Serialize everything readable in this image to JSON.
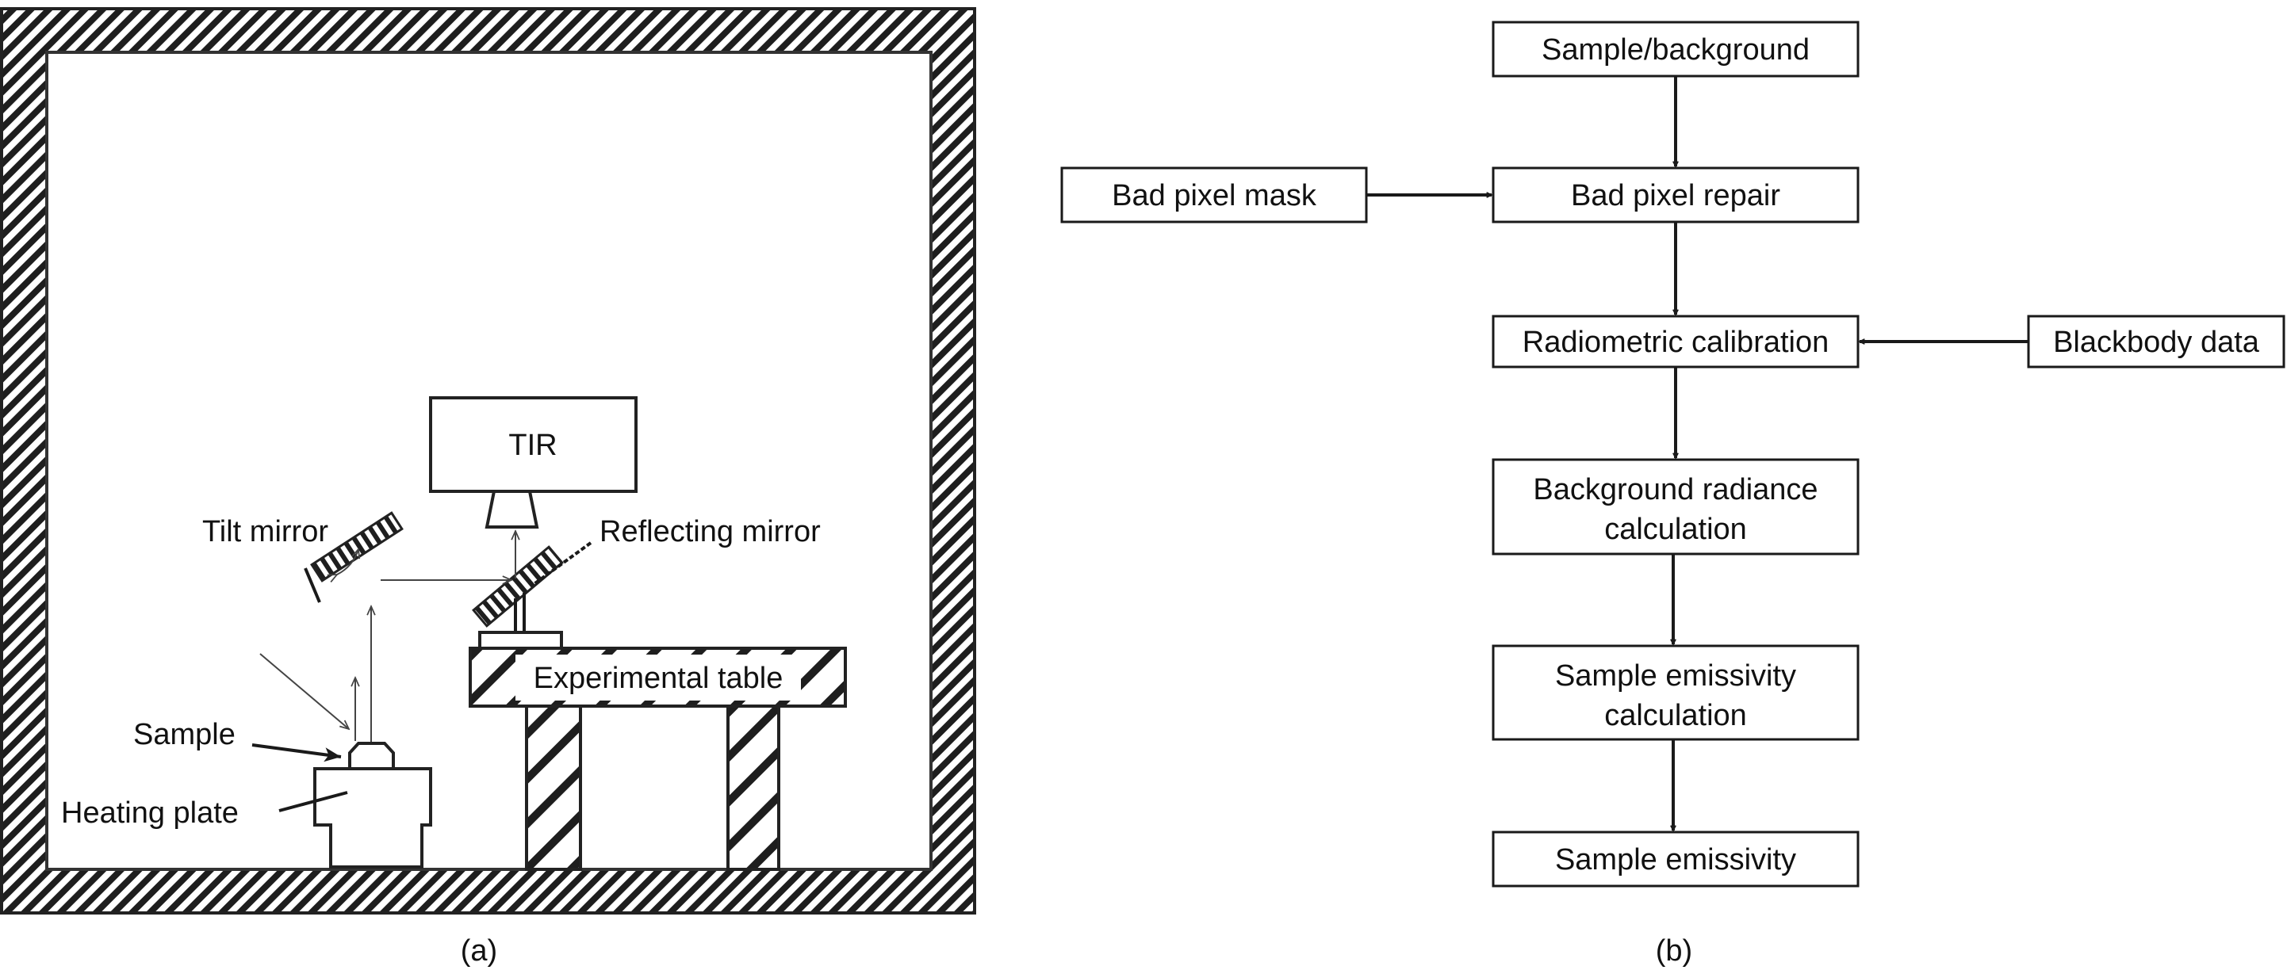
{
  "panel_a": {
    "caption": "(a)",
    "labels": {
      "tir": "TIR",
      "tilt_mirror": "Tilt mirror",
      "reflecting_mirror": "Reflecting mirror",
      "experimental_table": "Experimental table",
      "sample": "Sample",
      "heating_plate": "Heating plate"
    }
  },
  "panel_b": {
    "caption": "(b)",
    "nodes": {
      "sample_background": "Sample/background",
      "bad_pixel_mask": "Bad pixel mask",
      "bad_pixel_repair": "Bad pixel repair",
      "radiometric_calibration": "Radiometric calibration",
      "blackbody_data": "Blackbody data",
      "background_radiance_1": "Background radiance",
      "background_radiance_2": "calculation",
      "sample_emissivity_calc_1": "Sample emissivity",
      "sample_emissivity_calc_2": "calculation",
      "sample_emissivity": "Sample emissivity"
    }
  }
}
